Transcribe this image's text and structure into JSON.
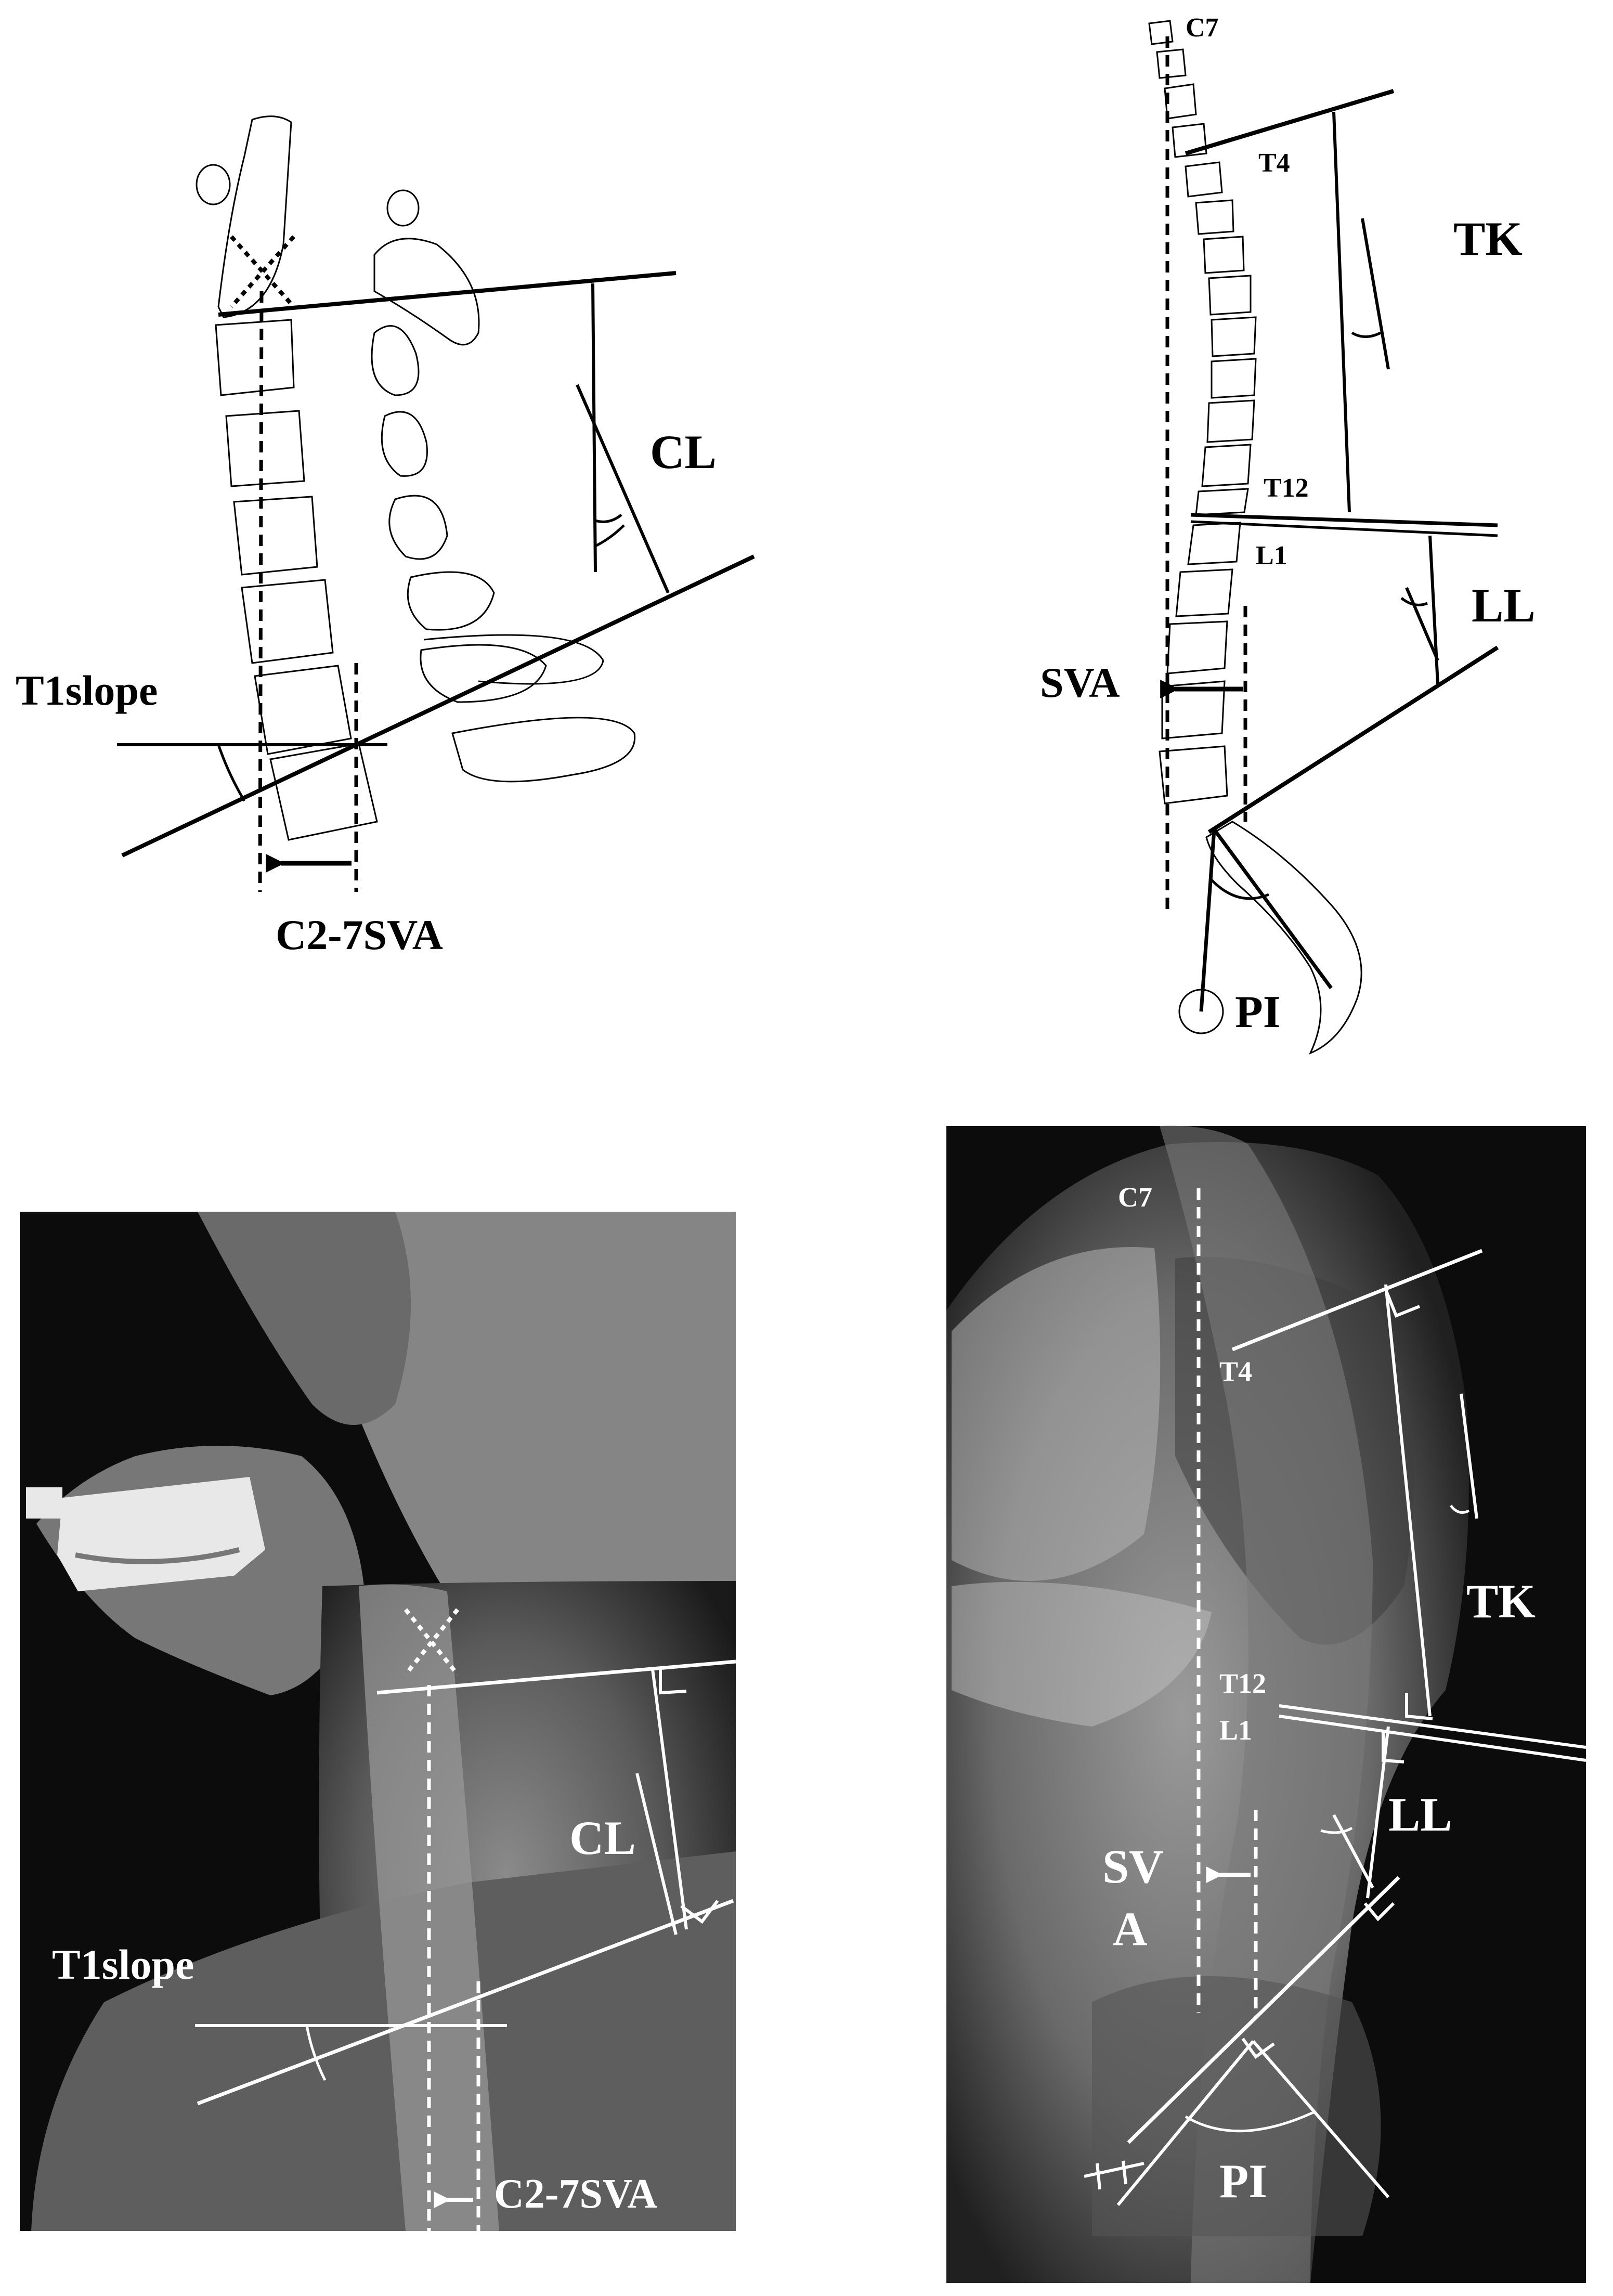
{
  "figure": {
    "top_left": {
      "labels": {
        "cl": "CL",
        "t1slope": "T1slope",
        "c27sva": "C2-7SVA"
      }
    },
    "top_right": {
      "labels": {
        "c7": "C7",
        "t4": "T4",
        "t12": "T12",
        "l1": "L1",
        "tk": "TK",
        "ll": "LL",
        "sva": "SVA",
        "pi": "PI"
      }
    },
    "bottom_left": {
      "labels": {
        "cl": "CL",
        "t1slope": "T1slope",
        "c27sva": "C2-7SVA"
      }
    },
    "bottom_right": {
      "labels": {
        "c7": "C7",
        "t4": "T4",
        "tk": "TK",
        "t12": "T12",
        "l1": "L1",
        "ll": "LL",
        "sva_line1": "SV",
        "sva_line2": "A",
        "pi": "PI"
      }
    }
  },
  "colors": {
    "ink": "#000000",
    "xray_bg": "#0c0c0c",
    "overlay": "#ffffff"
  }
}
